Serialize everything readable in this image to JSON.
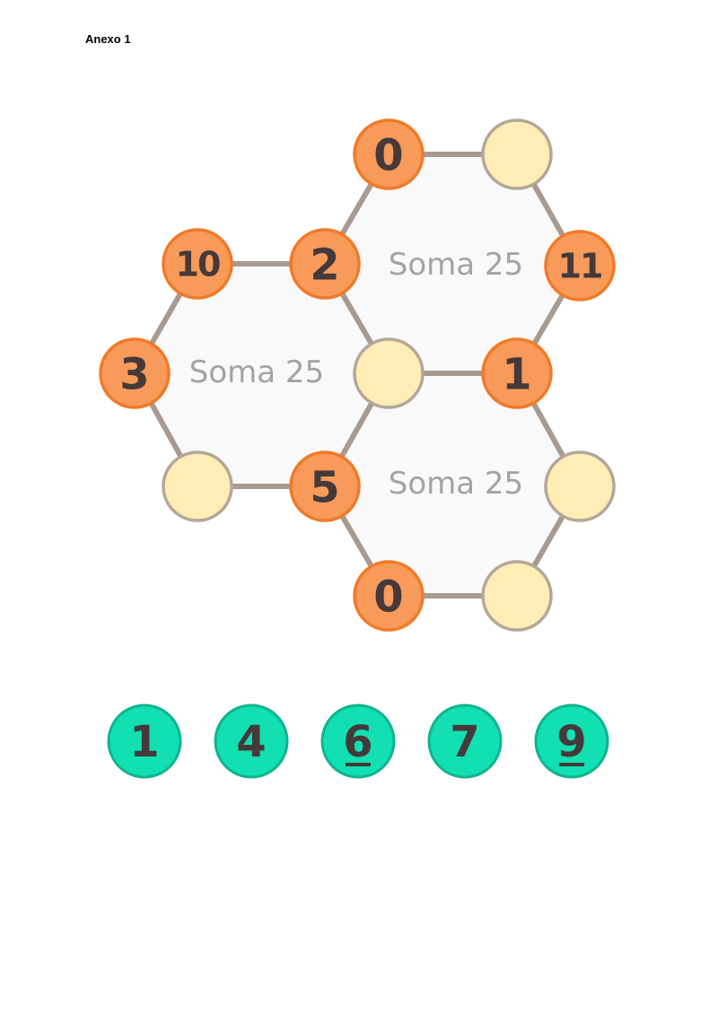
{
  "header": {
    "annex_label": "Anexo 1"
  },
  "puzzle": {
    "hexagons": [
      {
        "id": "top-right",
        "label": "Soma 25"
      },
      {
        "id": "left",
        "label": "Soma 25"
      },
      {
        "id": "bottom-right",
        "label": "Soma 25"
      }
    ],
    "nodes": [
      {
        "id": "n-top-0",
        "value": "0",
        "state": "filled"
      },
      {
        "id": "n-top-right",
        "value": "",
        "state": "empty"
      },
      {
        "id": "n-10",
        "value": "10",
        "state": "filled"
      },
      {
        "id": "n-2",
        "value": "2",
        "state": "filled"
      },
      {
        "id": "n-11",
        "value": "11",
        "state": "filled"
      },
      {
        "id": "n-3",
        "value": "3",
        "state": "filled"
      },
      {
        "id": "n-center",
        "value": "",
        "state": "empty"
      },
      {
        "id": "n-1",
        "value": "1",
        "state": "filled"
      },
      {
        "id": "n-bottom-left",
        "value": "",
        "state": "empty"
      },
      {
        "id": "n-5",
        "value": "5",
        "state": "filled"
      },
      {
        "id": "n-right-mid",
        "value": "",
        "state": "empty"
      },
      {
        "id": "n-bottom-0",
        "value": "0",
        "state": "filled"
      },
      {
        "id": "n-bottom-right",
        "value": "",
        "state": "empty"
      }
    ]
  },
  "tiles": [
    {
      "value": "1",
      "underline": false
    },
    {
      "value": "4",
      "underline": false
    },
    {
      "value": "6",
      "underline": true
    },
    {
      "value": "7",
      "underline": false
    },
    {
      "value": "9",
      "underline": true
    }
  ],
  "colors": {
    "filled_fill": "#f89a5a",
    "filled_stroke": "#f07a28",
    "empty_fill": "#feedb4",
    "empty_stroke": "#b4a69a",
    "tile_fill": "#12dfb2",
    "tile_stroke": "#10b48e",
    "text_dark": "#45393a",
    "edge": "#a89a90"
  }
}
